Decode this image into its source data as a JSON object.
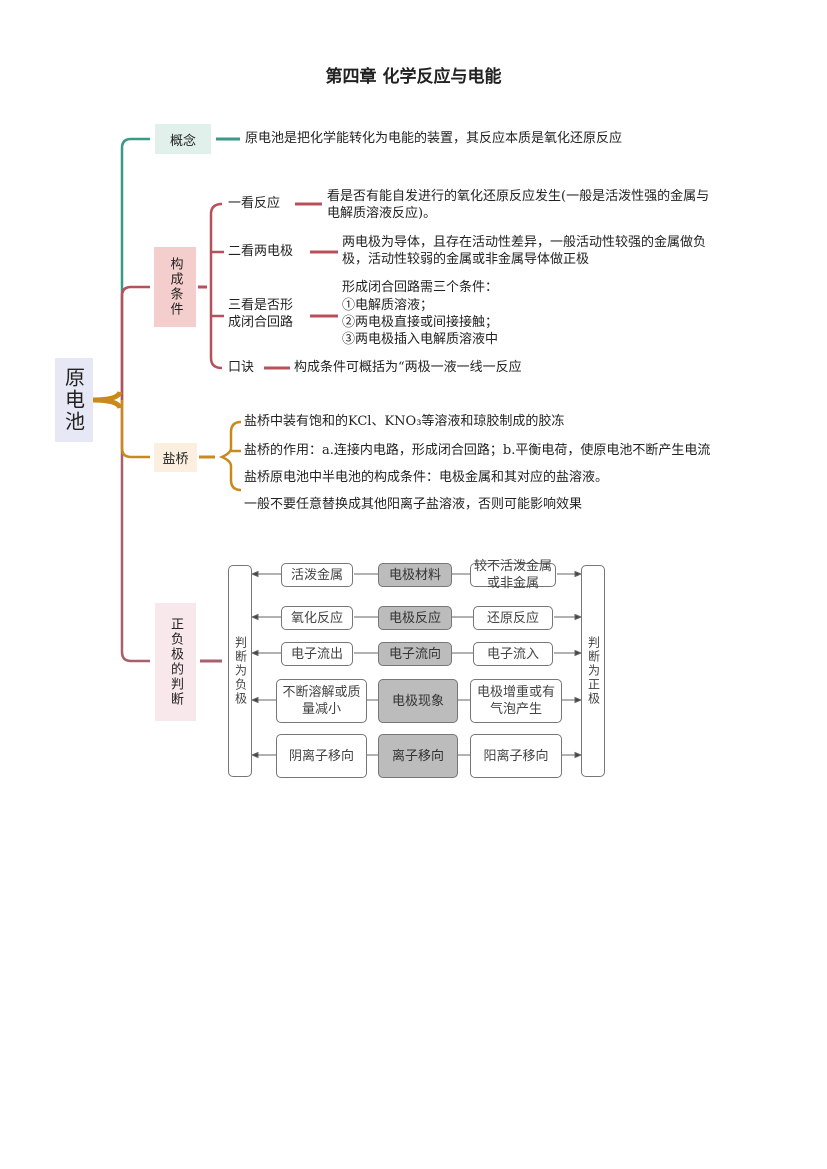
{
  "title": "第四章 化学反应与电能",
  "root": "原电池",
  "concept": {
    "label": "概念",
    "text": "原电池是把化学能转化为电能的装置，其反应本质是氧化还原反应"
  },
  "conditions": {
    "label": "构成条件",
    "items": [
      {
        "label": "一看反应",
        "lines": [
          "看是否有能自发进行的氧化还原反应发生(一般是活泼性强的金属与",
          "电解质溶液反应)。"
        ]
      },
      {
        "label": "二看两电极",
        "lines": [
          "两电极为导体，且存在活动性差异，一般活动性较强的金属做负",
          "极，活动性较弱的金属或非金属导体做正极"
        ]
      },
      {
        "label_lines": [
          "三看是否形",
          "成闭合回路"
        ],
        "lines": [
          "形成闭合回路需三个条件：",
          "①电解质溶液；",
          "②两电极直接或间接接触；",
          "③两电极插入电解质溶液中"
        ]
      },
      {
        "label": "口诀",
        "lines": [
          "构成条件可概括为“两极一液一线一反应"
        ]
      }
    ]
  },
  "salt_bridge": {
    "label": "盐桥",
    "lines": [
      "盐桥中装有饱和的KCl、KNO₃等溶液和琼胶制成的胶冻",
      "盐桥的作用：a.连接内电路，形成闭合回路；b.平衡电荷，使原电池不断产生电流",
      "盐桥原电池中半电池的构成条件：电极金属和其对应的盐溶液。",
      "一般不要任意替换成其他阳离子盐溶液，否则可能影响效果"
    ]
  },
  "judge": {
    "label": "正负极的判断",
    "negative": "判断为负极",
    "positive": "判断为正极",
    "rows": [
      {
        "left": "活泼金属",
        "center": "电极材料",
        "right": "较不活泼金属或非金属"
      },
      {
        "left": "氧化反应",
        "center": "电极反应",
        "right": "还原反应"
      },
      {
        "left": "电子流出",
        "center": "电子流向",
        "right": "电子流入"
      },
      {
        "left": "不断溶解或质量减小",
        "center": "电极现象",
        "right": "电极增重或有气泡产生"
      },
      {
        "left": "阴离子移向",
        "center": "离子移向",
        "right": "阳离子移向"
      }
    ]
  },
  "colors": {
    "teal": "#3a9a86",
    "red": "#b8505c",
    "gold": "#c98a1c",
    "mauve": "#a8606e"
  }
}
